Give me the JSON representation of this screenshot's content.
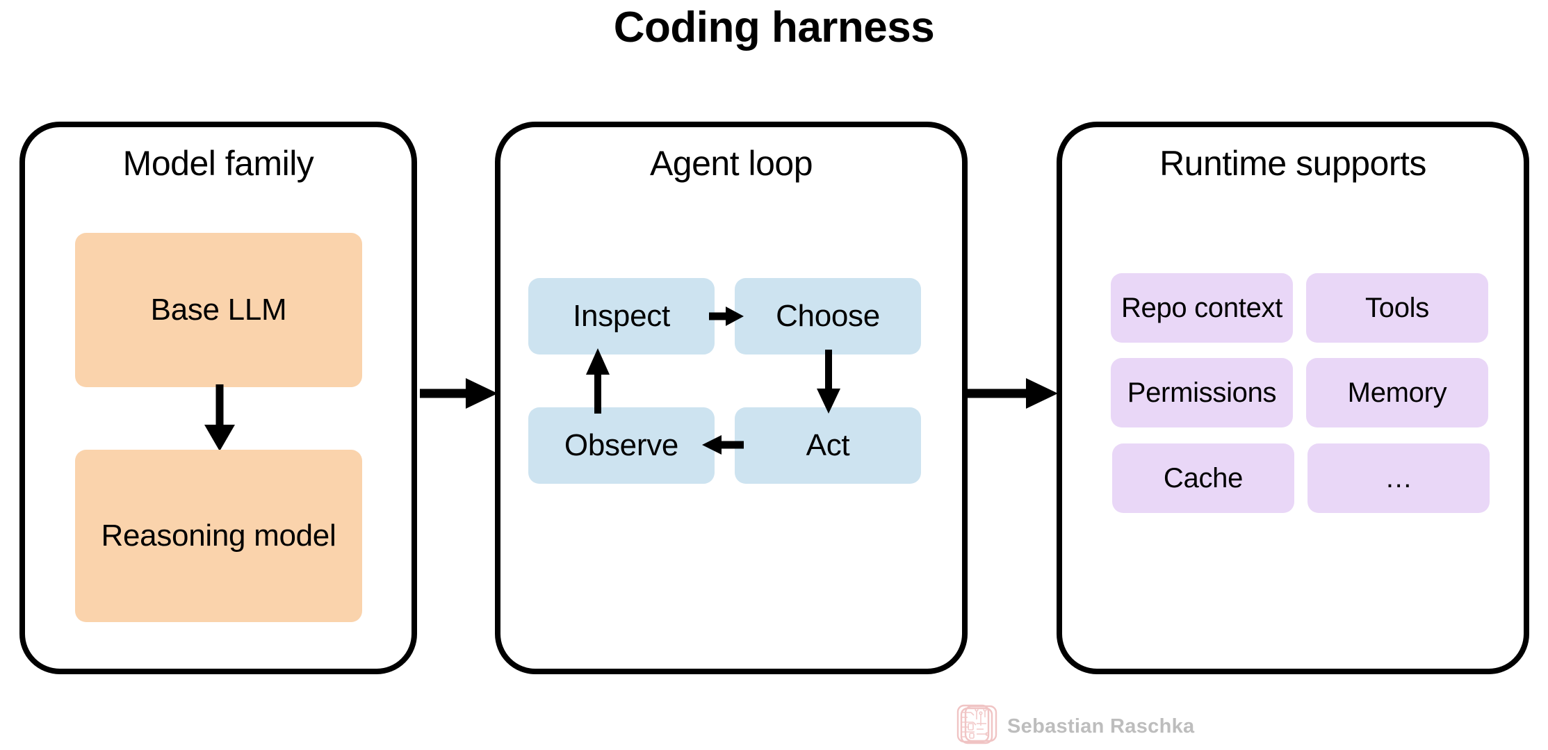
{
  "title": "Coding harness",
  "colors": {
    "peach": "#FAD3AC",
    "blue": "#CDE3F0",
    "lavender": "#E9D7F7",
    "border": "#000000",
    "background": "#FFFFFF",
    "watermark_text": "#BDBDBD",
    "watermark_logo": "#F2C6C6"
  },
  "panels": [
    {
      "id": "model-family",
      "title": "Model family",
      "nodes": [
        {
          "label": "Base LLM",
          "color": "peach"
        },
        {
          "label": "Reasoning model",
          "color": "peach"
        }
      ]
    },
    {
      "id": "agent-loop",
      "title": "Agent loop",
      "nodes": [
        {
          "label": "Inspect",
          "color": "blue"
        },
        {
          "label": "Choose",
          "color": "blue"
        },
        {
          "label": "Observe",
          "color": "blue"
        },
        {
          "label": "Act",
          "color": "blue"
        }
      ]
    },
    {
      "id": "runtime-supports",
      "title": "Runtime supports",
      "nodes": [
        {
          "label": "Repo context",
          "color": "lavender"
        },
        {
          "label": "Tools",
          "color": "lavender"
        },
        {
          "label": "Permissions",
          "color": "lavender"
        },
        {
          "label": "Memory",
          "color": "lavender"
        },
        {
          "label": "Cache",
          "color": "lavender"
        },
        {
          "label": "…",
          "color": "lavender"
        }
      ]
    }
  ],
  "arrows": [
    {
      "name": "base-llm-to-reasoning-model",
      "from": "Base LLM",
      "to": "Reasoning model",
      "direction": "down"
    },
    {
      "name": "inspect-to-choose",
      "from": "Inspect",
      "to": "Choose",
      "direction": "right"
    },
    {
      "name": "choose-to-act",
      "from": "Choose",
      "to": "Act",
      "direction": "down"
    },
    {
      "name": "act-to-observe",
      "from": "Act",
      "to": "Observe",
      "direction": "left"
    },
    {
      "name": "observe-to-inspect",
      "from": "Observe",
      "to": "Inspect",
      "direction": "up"
    },
    {
      "name": "model-family-to-agent-loop",
      "from": "Model family",
      "to": "Agent loop",
      "direction": "right"
    },
    {
      "name": "agent-loop-to-runtime-supports",
      "from": "Agent loop",
      "to": "Runtime supports",
      "direction": "right"
    }
  ],
  "watermark": {
    "text": "Sebastian Raschka",
    "logo": "stacked-circuit-cards-logo"
  }
}
